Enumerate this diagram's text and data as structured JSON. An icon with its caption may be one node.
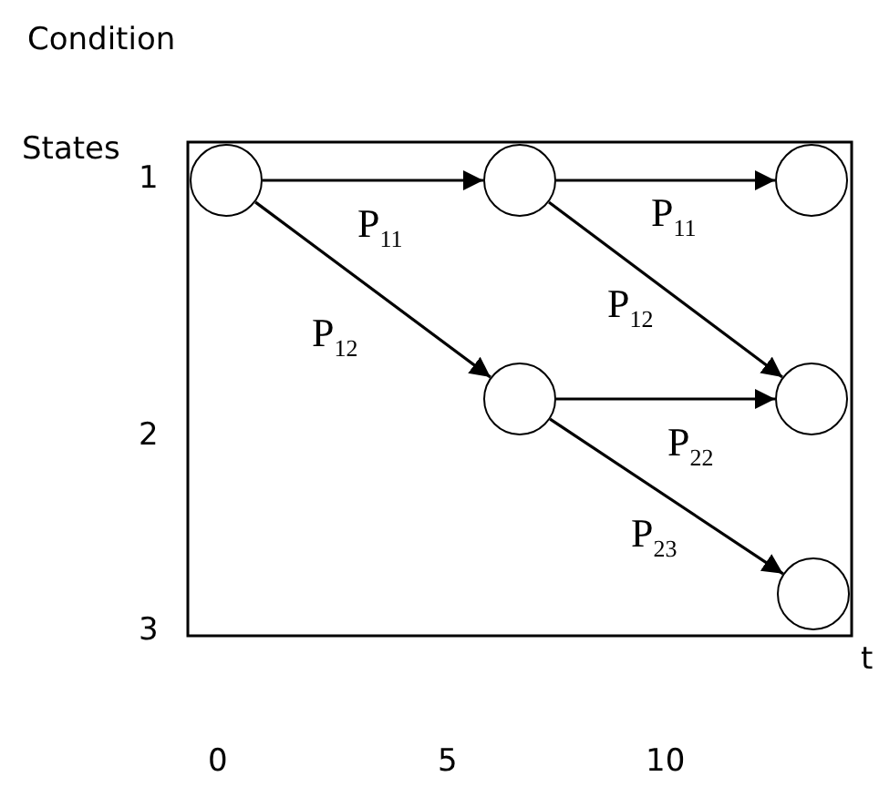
{
  "diagram": {
    "nodes": [
      {
        "text": [],
        "shape": "circle"
      },
      {
        "text": [],
        "shape": "circle"
      },
      {
        "text": [],
        "shape": "circle"
      },
      {
        "text": [],
        "shape": "circle"
      },
      {
        "text": [],
        "shape": "circle"
      },
      {
        "text": [],
        "shape": "circle"
      }
    ],
    "edges": [
      {
        "from": 0,
        "to": 1,
        "arrow": "to",
        "label": "P$_{11}$"
      },
      {
        "from": 1,
        "to": 2,
        "arrow": "to",
        "label": "P$_{11}$"
      },
      {
        "from": 0,
        "to": 3,
        "arrow": "to",
        "label": "P$_{12}$"
      },
      {
        "from": 1,
        "to": 4,
        "arrow": "to",
        "label": "P$_{12}$"
      },
      {
        "from": 3,
        "to": 4,
        "arrow": "to",
        "label": "P$_{22}$"
      },
      {
        "from": 3,
        "to": 5,
        "arrow": "to",
        "label": "P$_{23}$"
      }
    ],
    "labels": [
      "Condition",
      "States",
      "1",
      "2",
      "3",
      "t",
      "0",
      "5",
      "10"
    ]
  }
}
